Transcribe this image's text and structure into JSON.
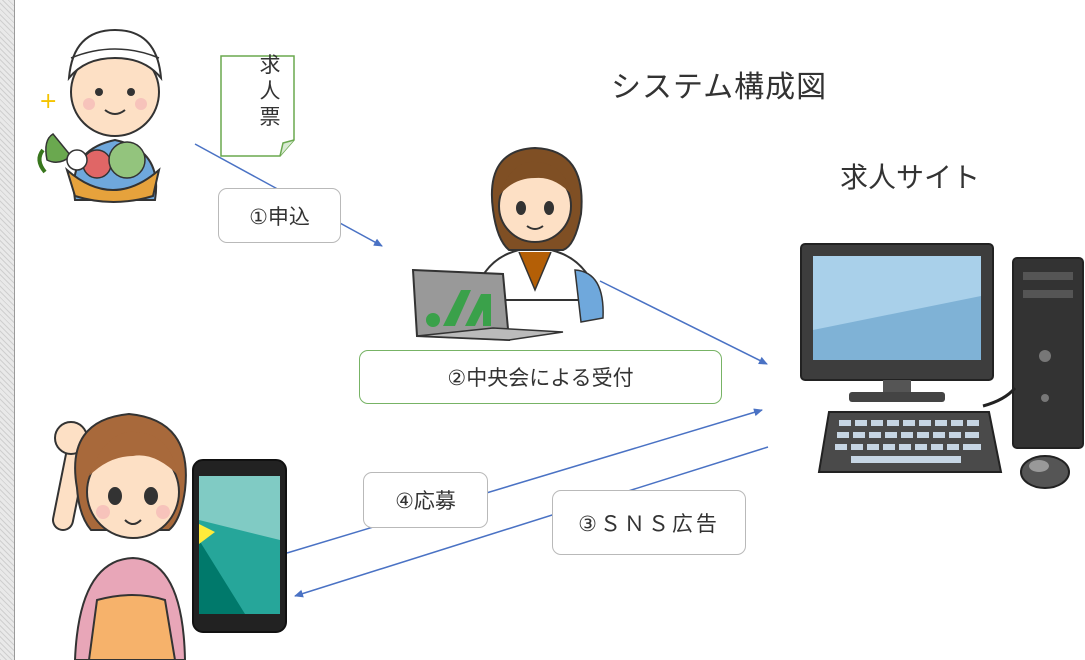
{
  "diagram": {
    "title": "システム構成図",
    "site_label": "求人サイト",
    "job_ticket": [
      "求",
      "人",
      "票"
    ],
    "steps": {
      "apply": "①申込",
      "reception": "②中央会による受付",
      "sns_ad": "③ＳＮＳ広告",
      "job_apply": "④応募"
    },
    "actors": [
      "farmer",
      "staff-at-laptop",
      "job-seeker-with-phone",
      "desktop-computer"
    ],
    "colors": {
      "arrow": "#4a72c4",
      "reception_border": "#77b365",
      "ja_logo": "#3aa14a"
    }
  }
}
